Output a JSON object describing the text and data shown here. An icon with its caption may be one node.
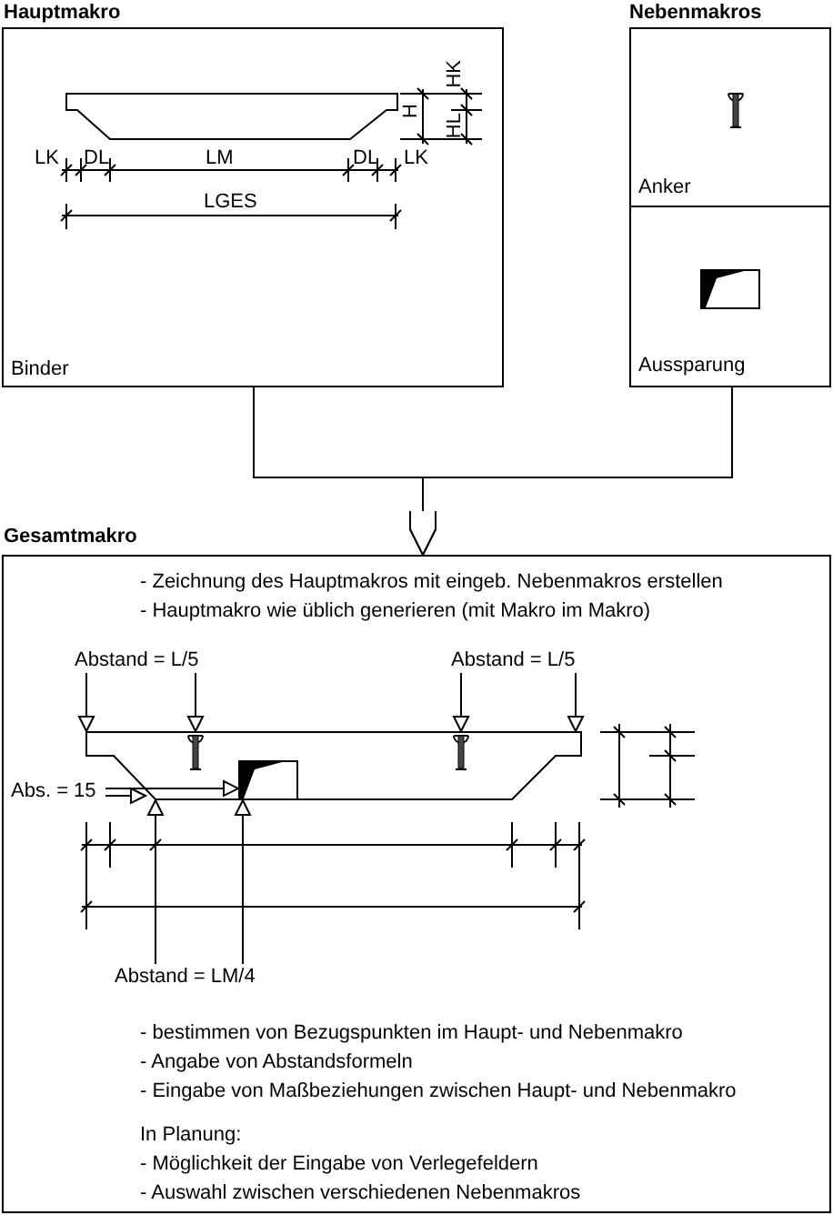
{
  "diagram": {
    "nodes": [
      {
        "text": [
          "Hauptmakro",
          "Binder"
        ]
      },
      {
        "text": [
          "Nebenmakros"
        ]
      },
      {
        "text": [
          "Anker"
        ],
        "in": 1
      },
      {
        "text": [
          "Aussparung"
        ],
        "in": 1
      },
      {
        "text": [
          "Gesamtmakro",
          "- Zeichnung des Hauptmakros mit eingeb. Nebenmakros erstellen",
          "- Hauptmakro wie üblich generieren (mit Makro im Makro)",
          "- bestimmen von Bezugspunkten im Haupt- und Nebenmakro",
          "- Angabe von Abstandsformeln",
          "- Eingabe von Maßbeziehungen zwischen Haupt- und Nebenmakro",
          "In Planung:",
          "- Möglichkeit der Eingabe von Verlegefeldern",
          "- Auswahl zwischen verschiedenen Nebenmakros"
        ]
      },
      {
        "text": [
          "Abstand = L/5"
        ],
        "in": 4
      },
      {
        "text": [
          "Abstand = L/5"
        ],
        "in": 4
      },
      {
        "text": [
          "Abs. = 15"
        ],
        "in": 4
      },
      {
        "text": [
          "Abstand = LM/4"
        ],
        "in": 4
      },
      {
        "text": [],
        "shape": "bar",
        "in": 4
      },
      {
        "text": [],
        "shape": "picture",
        "in": 9
      },
      {
        "text": [],
        "shape": "picture",
        "in": 9
      },
      {
        "text": [],
        "shape": "picture",
        "in": 9
      }
    ],
    "edges": [
      {
        "from": 0,
        "to": 4,
        "arrow": "to"
      },
      {
        "from": 1,
        "to": 4,
        "arrow": "to"
      },
      {
        "from": 5,
        "to": 9,
        "arrow": "to"
      },
      {
        "from": 5,
        "to": 10,
        "arrow": "to"
      },
      {
        "from": 6,
        "to": 11,
        "arrow": "to"
      },
      {
        "from": 6,
        "to": 9,
        "arrow": "to"
      },
      {
        "from": 7,
        "to": 9,
        "arrow": "to"
      },
      {
        "from": 7,
        "to": 12,
        "arrow": "to"
      },
      {
        "from": 8,
        "to": 9,
        "arrow": "to"
      },
      {
        "from": 8,
        "to": 12,
        "arrow": "to"
      }
    ],
    "labels": [
      "LK",
      "DL",
      "LM",
      "DL",
      "LK",
      "LGES",
      "HK",
      "H",
      "HL"
    ]
  }
}
